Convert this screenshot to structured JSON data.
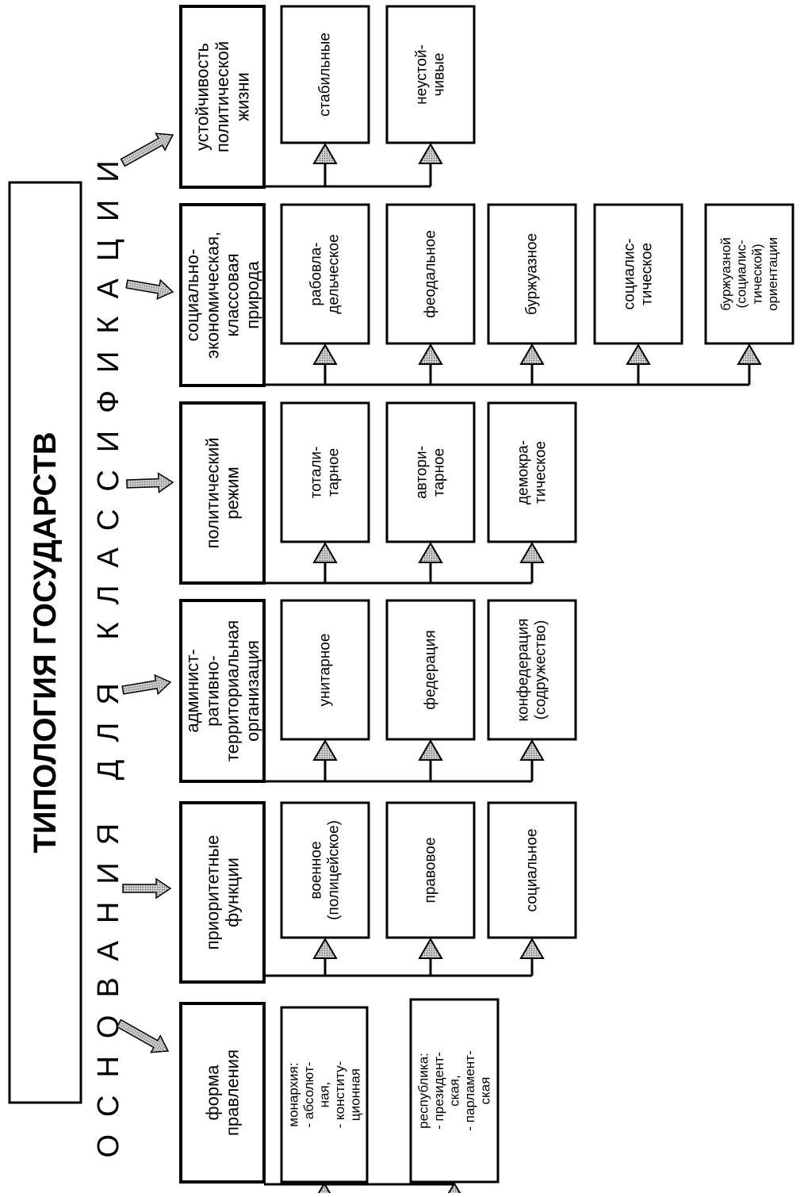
{
  "title": "ТИПОЛОГИЯ ГОСУДАРСТВ",
  "subtitle": "ОСНОВАНИЯ ДЛЯ КЛАССИФИКАЦИИ",
  "groups": [
    {
      "id": "form",
      "header": [
        "форма",
        "правления"
      ],
      "items": [
        {
          "lines": [
            "монархия:",
            "- абсолют-",
            "ная,",
            "- конститу-",
            "ционная"
          ]
        },
        {
          "lines": [
            "республика:",
            "- президент-",
            "ская,",
            "- парламент-",
            "ская"
          ]
        }
      ]
    },
    {
      "id": "functions",
      "header": [
        "приоритетные",
        "функции"
      ],
      "items": [
        {
          "lines": [
            "военное",
            "(полицейское)"
          ]
        },
        {
          "lines": [
            "правовое"
          ]
        },
        {
          "lines": [
            "социальное"
          ]
        }
      ]
    },
    {
      "id": "admin",
      "header": [
        "админист-",
        "ративно-",
        "территориальная",
        "организация"
      ],
      "items": [
        {
          "lines": [
            "унитарное"
          ]
        },
        {
          "lines": [
            "федерация"
          ]
        },
        {
          "lines": [
            "конфедерация",
            "(содружество)"
          ]
        }
      ]
    },
    {
      "id": "regime",
      "header": [
        "политический",
        "режим"
      ],
      "items": [
        {
          "lines": [
            "тотали-",
            "тарное"
          ]
        },
        {
          "lines": [
            "автори-",
            "тарное"
          ]
        },
        {
          "lines": [
            "демокра-",
            "тическое"
          ]
        }
      ]
    },
    {
      "id": "socioeconomic",
      "header": [
        "социально-",
        "экономическая,",
        "классовая",
        "природа"
      ],
      "items": [
        {
          "lines": [
            "рабовла-",
            "дельческое"
          ]
        },
        {
          "lines": [
            "феодальное"
          ]
        },
        {
          "lines": [
            "буржуазное"
          ]
        },
        {
          "lines": [
            "социалис-",
            "тическое"
          ]
        },
        {
          "lines": [
            "буржуазной",
            "(социалис-",
            "тической)",
            "ориентации"
          ]
        }
      ]
    },
    {
      "id": "stability",
      "header": [
        "устойчивость",
        "политической",
        "жизни"
      ],
      "items": [
        {
          "lines": [
            "стабильные"
          ]
        },
        {
          "lines": [
            "неустой-",
            "чивые"
          ]
        }
      ]
    }
  ]
}
